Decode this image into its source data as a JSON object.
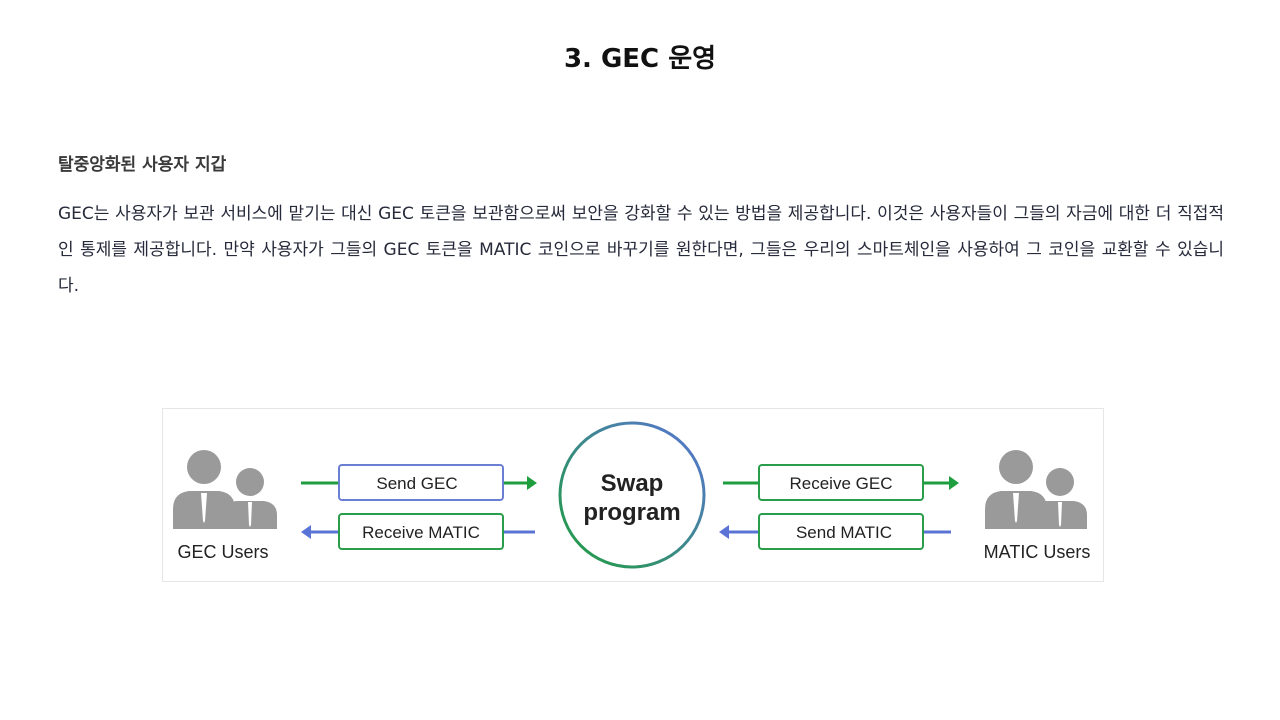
{
  "slide": {
    "title": "3. GEC 운영"
  },
  "section": {
    "heading": "탈중앙화된 사용자 지갑",
    "body": "GEC는 사용자가 보관 서비스에 맡기는 대신 GEC 토큰을 보관함으로써 보안을 강화할 수 있는 방법을 제공합니다. 이것은 사용자들이 그들의 자금에 대한 더 직접적인 통제를 제공합니다. 만약 사용자가 그들의 GEC 토큰을 MATIC 코인으로 바꾸기를 원한다면, 그들은 우리의 스마트체인을 사용하여 그 코인을 교환할 수 있습니다."
  },
  "diagram": {
    "left_group_label": "GEC Users",
    "right_group_label": "MATIC Users",
    "center_line1": "Swap",
    "center_line2": "program",
    "left_top_box": "Send GEC",
    "left_bottom_box": "Receive MATIC",
    "right_top_box": "Receive GEC",
    "right_bottom_box": "Send MATIC",
    "colors": {
      "green": "#1e9e3e",
      "blue": "#5a74d6",
      "user_gray": "#9a9a9a",
      "box_border_green": "#2a9d4a",
      "box_border_blue": "#6a7fd4"
    },
    "icons": [
      "users-group-icon",
      "users-group-icon",
      "arrow-right-icon",
      "arrow-left-icon"
    ]
  }
}
